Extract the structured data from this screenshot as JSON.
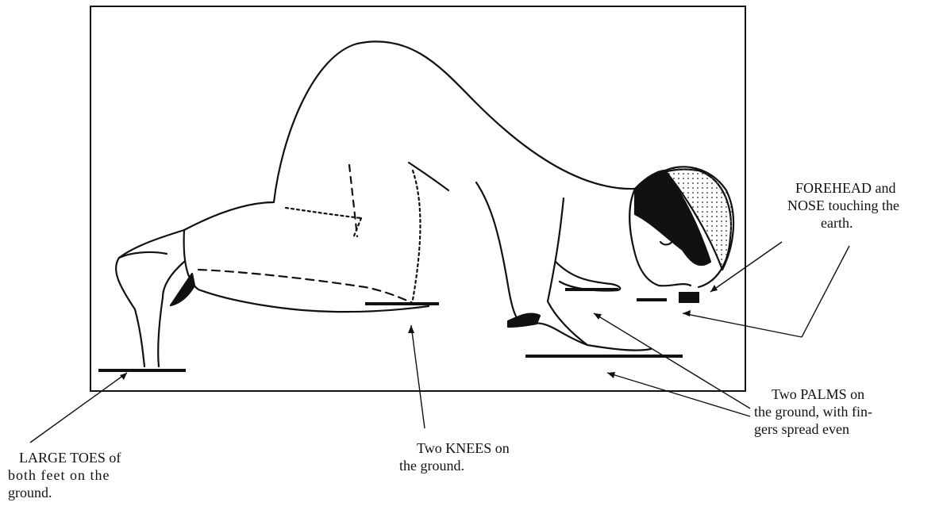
{
  "labels": {
    "forehead": [
      "FOREHEAD and",
      "NOSE touching the",
      "earth."
    ],
    "palms": [
      "Two PALMS on",
      "the ground, with fin-",
      "gers spread even"
    ],
    "knees": [
      "Two KNEES  on",
      "the ground."
    ],
    "toes": [
      "LARGE TOES of",
      "both feet on the",
      "ground."
    ]
  },
  "colors": {
    "ink": "#111111",
    "paper": "#ffffff",
    "cap_dots": "#555555"
  }
}
